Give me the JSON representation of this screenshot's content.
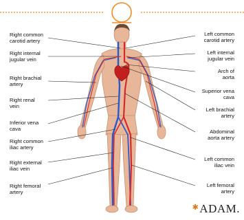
{
  "labels_left": [
    {
      "id": "right-common-carotid",
      "text": "Right common\ncarotid artery"
    },
    {
      "id": "right-internal-jugular",
      "text": "Right internal\njugular vein"
    },
    {
      "id": "right-brachial",
      "text": "Right brachial\nartery"
    },
    {
      "id": "right-renal",
      "text": "Right renal\nvein"
    },
    {
      "id": "inferior-vena-cava",
      "text": "Inferior vena\ncava"
    },
    {
      "id": "right-common-iliac",
      "text": "Right common\niliac artery"
    },
    {
      "id": "right-external-iliac",
      "text": "Right external\niliac vein"
    },
    {
      "id": "right-femoral",
      "text": "Right femoral\nartery"
    }
  ],
  "labels_right": [
    {
      "id": "left-common-carotid",
      "text": "Left common\ncarotid artery"
    },
    {
      "id": "left-internal-jugular",
      "text": "Left internal\njugular vein"
    },
    {
      "id": "arch-of-aorta",
      "text": "Arch of\naorta"
    },
    {
      "id": "superior-vena-cava",
      "text": "Superior vena\ncava"
    },
    {
      "id": "left-brachial",
      "text": "Left brachial\nartery"
    },
    {
      "id": "abdominal-aorta",
      "text": "Abdominal\naorta artery"
    },
    {
      "id": "left-common-iliac",
      "text": "Left common\niliac vein"
    },
    {
      "id": "left-femoral",
      "text": "Left femoral\nartery"
    }
  ],
  "logo": {
    "text": "ADAM."
  },
  "colors": {
    "accent": "#f08a2a",
    "artery": "#d42a2a",
    "vein": "#2a59c9",
    "skin": "#e8b79a",
    "skin_shadow": "#d79f82"
  }
}
